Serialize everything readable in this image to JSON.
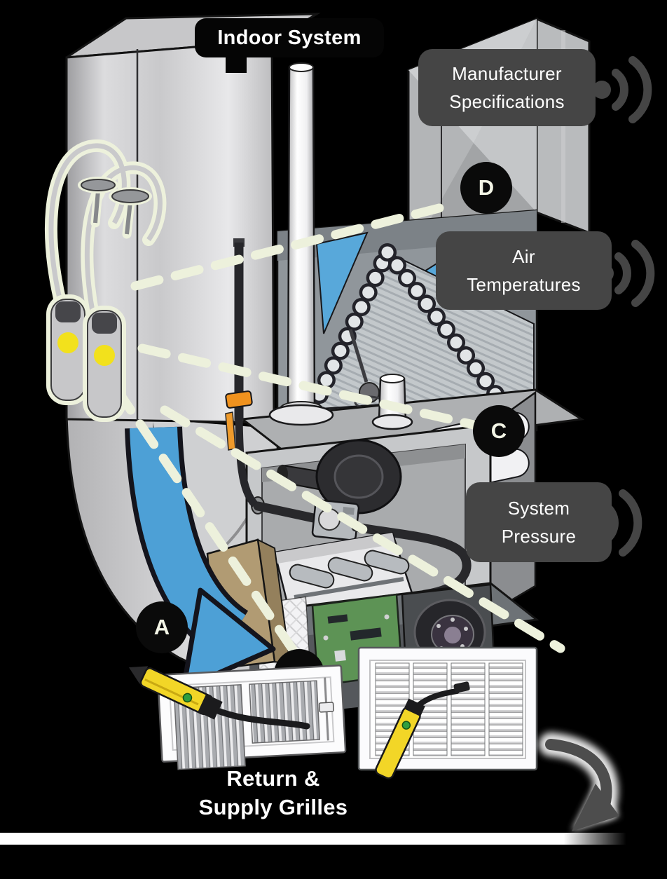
{
  "title": {
    "label": "Indoor System"
  },
  "callouts": {
    "manufacturer_specifications": {
      "line1": "Manufacturer",
      "line2": "Specifications"
    },
    "air_temperatures": {
      "line1": "Air",
      "line2": "Temperatures"
    },
    "system_pressure": {
      "line1": "System",
      "line2": "Pressure"
    }
  },
  "markers": {
    "a": "A",
    "c": "C",
    "d": "D"
  },
  "caption": {
    "line1": "Return &",
    "line2": "Supply Grilles"
  },
  "icons": {
    "audio": "sound-wave-icon",
    "markers": "letter-hotspot-circle",
    "arrow": "hand-drawn-curved-arrow"
  },
  "colors": {
    "background": "#000000",
    "callout_bg": "#454545",
    "title_bg": "#050505",
    "text": "#ffffff",
    "marker_bg": "#0a0a0a",
    "marker_text": "#f3f5e6",
    "dashed_connector": "#edf1dc",
    "airflow_blue": "#4da0d6",
    "coil_panel_blue": "#58a8da",
    "probe_yellow": "#f2d627",
    "probe_dot_green": "#2f9e3f",
    "gas_valve_orange": "#f0921e",
    "sketch_arrow_gray": "#4d4d4d"
  }
}
